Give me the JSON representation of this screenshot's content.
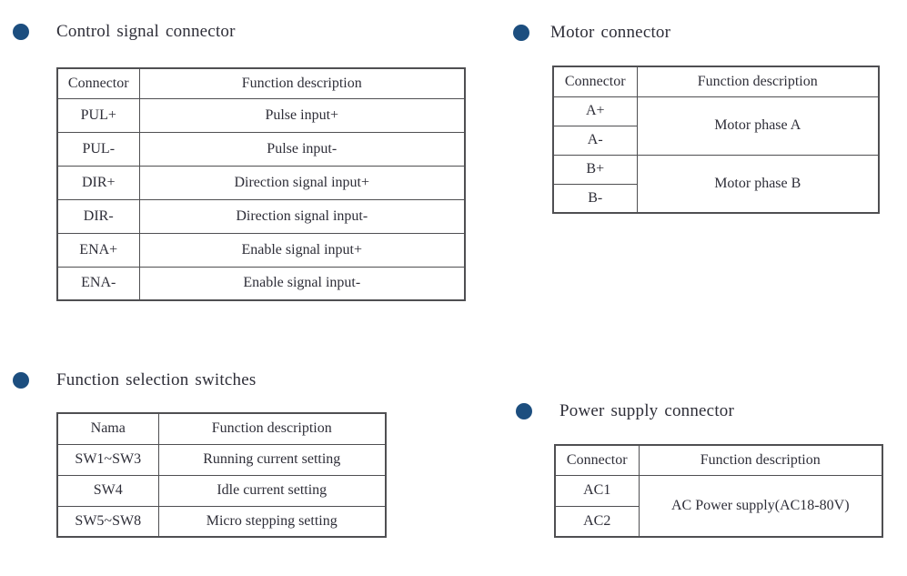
{
  "colors": {
    "bullet": "#1c4e7f",
    "text": "#2e2e38",
    "border": "#4f4f52",
    "background": "#ffffff"
  },
  "sections": [
    {
      "id": "control-signal-connector",
      "title": "Control signal connector",
      "table": {
        "headers": [
          "Connector",
          "Function description"
        ],
        "rows": [
          [
            {
              "text": "PUL+"
            },
            {
              "text": "Pulse input+"
            }
          ],
          [
            {
              "text": "PUL-"
            },
            {
              "text": "Pulse input-"
            }
          ],
          [
            {
              "text": "DIR+"
            },
            {
              "text": "Direction signal input+"
            }
          ],
          [
            {
              "text": "DIR-"
            },
            {
              "text": "Direction signal input-"
            }
          ],
          [
            {
              "text": "ENA+"
            },
            {
              "text": "Enable signal input+"
            }
          ],
          [
            {
              "text": "ENA-"
            },
            {
              "text": "Enable signal input-"
            }
          ]
        ]
      }
    },
    {
      "id": "motor-connector",
      "title": "Motor connector",
      "table": {
        "headers": [
          "Connector",
          "Function description"
        ],
        "rows": [
          [
            {
              "text": "A+"
            },
            {
              "text": "Motor phase A",
              "rowspan": 2
            }
          ],
          [
            {
              "text": "A-"
            }
          ],
          [
            {
              "text": "B+"
            },
            {
              "text": "Motor phase B",
              "rowspan": 2
            }
          ],
          [
            {
              "text": "B-"
            }
          ]
        ]
      }
    },
    {
      "id": "function-selection-switches",
      "title": "Function selection switches",
      "table": {
        "headers": [
          "Nama",
          "Function description"
        ],
        "rows": [
          [
            {
              "text": "SW1~SW3"
            },
            {
              "text": "Running current setting"
            }
          ],
          [
            {
              "text": "SW4"
            },
            {
              "text": "Idle current setting"
            }
          ],
          [
            {
              "text": "SW5~SW8"
            },
            {
              "text": "Micro stepping setting"
            }
          ]
        ]
      }
    },
    {
      "id": "power-supply-connector",
      "title": "Power supply connector",
      "table": {
        "headers": [
          "Connector",
          "Function description"
        ],
        "rows": [
          [
            {
              "text": "AC1"
            },
            {
              "text": "AC Power supply(AC18-80V)",
              "rowspan": 2
            }
          ],
          [
            {
              "text": "AC2"
            }
          ]
        ]
      }
    }
  ]
}
